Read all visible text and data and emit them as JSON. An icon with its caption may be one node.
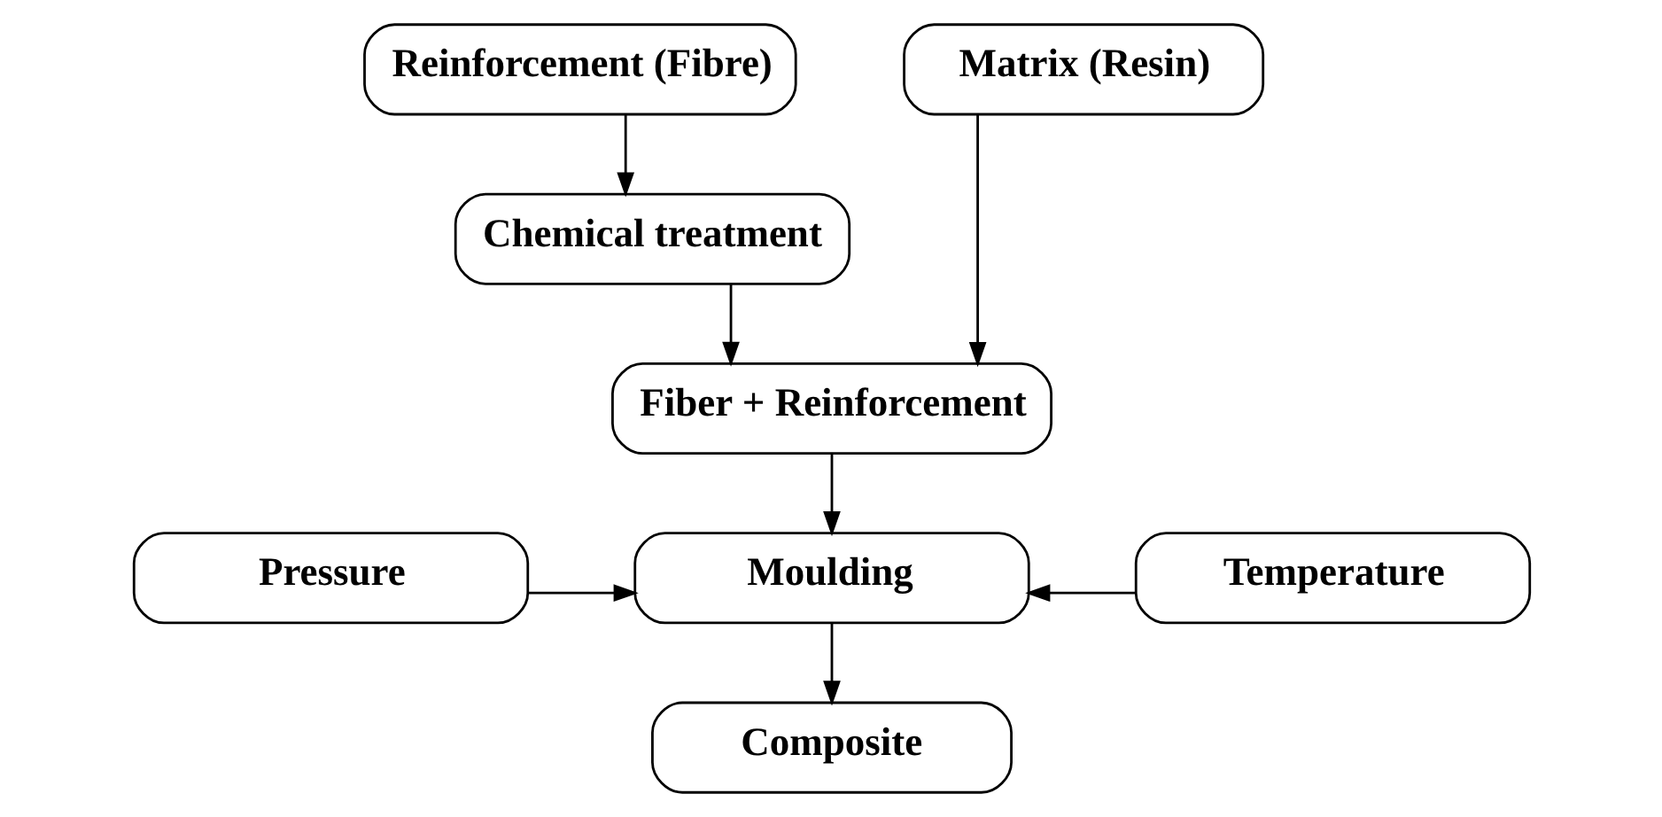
{
  "diagram": {
    "nodes": [
      {
        "text": [
          "Reinforcement (Fibre)"
        ]
      },
      {
        "text": [
          "Matrix (Resin)"
        ]
      },
      {
        "text": [
          "Chemical treatment"
        ]
      },
      {
        "text": [
          "Fiber + Reinforcement"
        ]
      },
      {
        "text": [
          "Pressure"
        ]
      },
      {
        "text": [
          "Moulding"
        ]
      },
      {
        "text": [
          "Temperature"
        ]
      },
      {
        "text": [
          "Composite"
        ]
      }
    ],
    "edges": [
      {
        "from": 0,
        "to": 2,
        "arrow": "to"
      },
      {
        "from": 2,
        "to": 3,
        "arrow": "to"
      },
      {
        "from": 1,
        "to": 3,
        "arrow": "to"
      },
      {
        "from": 3,
        "to": 5,
        "arrow": "to"
      },
      {
        "from": 4,
        "to": 5,
        "arrow": "to"
      },
      {
        "from": 6,
        "to": 5,
        "arrow": "to"
      },
      {
        "from": 5,
        "to": 7,
        "arrow": "to"
      }
    ]
  }
}
